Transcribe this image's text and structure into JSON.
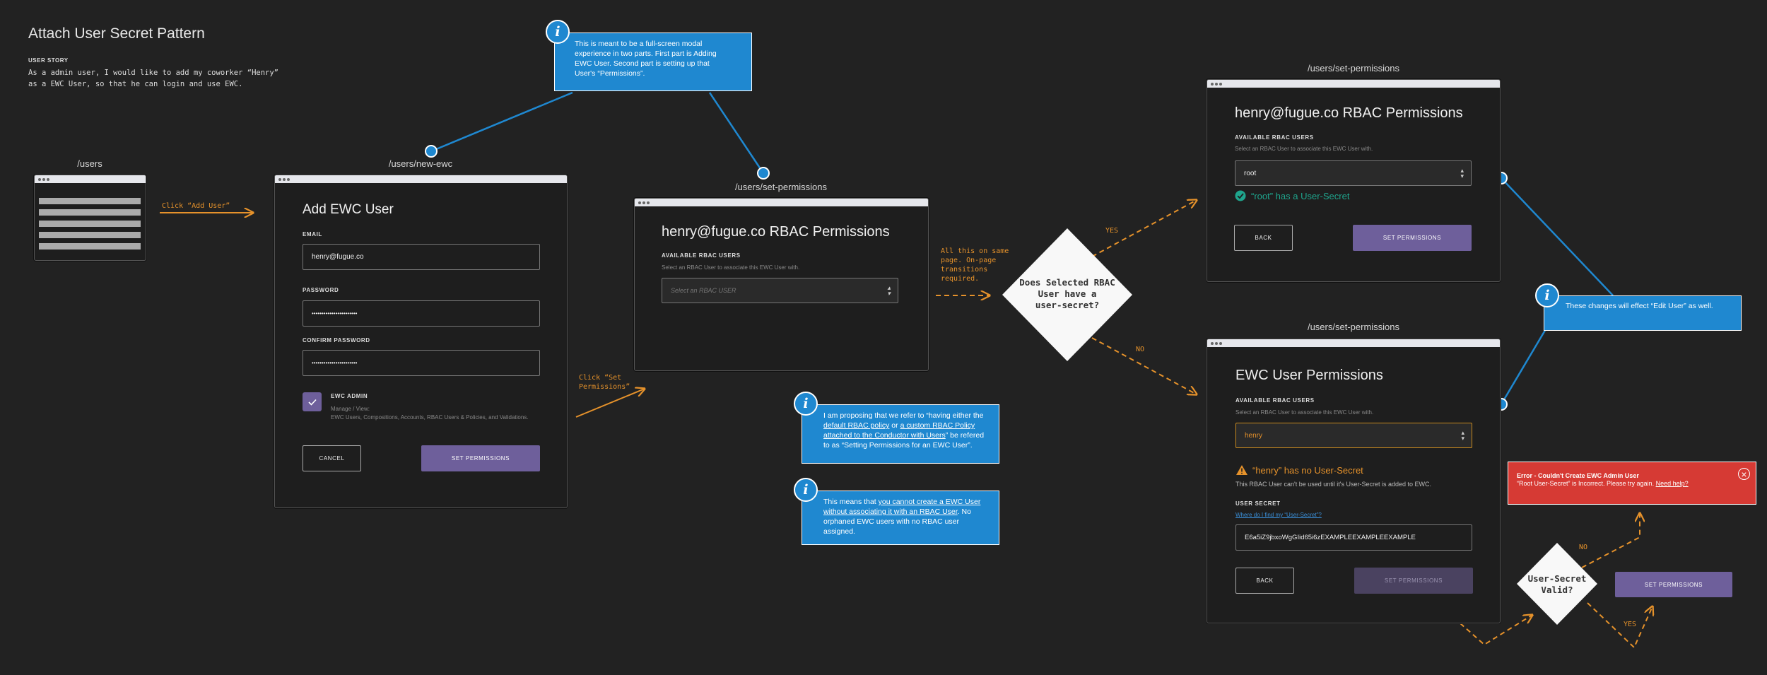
{
  "header": {
    "title": "Attach User Secret Pattern",
    "story_label": "USER STORY",
    "story_text": "As a admin user, I would like to add my coworker “Henry” as a EWC User, so that he can login and use EWC."
  },
  "screens": {
    "users": {
      "route": "/users"
    },
    "new_ewc": {
      "route": "/users/new-ewc",
      "title": "Add EWC User",
      "email_label": "EMAIL",
      "email_value": "henry@fugue.co",
      "password_label": "PASSWORD",
      "password_value": "•••••••••••••••••••••••",
      "confirm_label": "CONFIRM PASSWORD",
      "confirm_value": "•••••••••••••••••••••••",
      "admin_label": "EWC ADMIN",
      "admin_sub1": "Manage / View:",
      "admin_sub2": "EWC Users, Compositions, Accounts, RBAC Users & Policies, and Validations.",
      "cancel": "CANCEL",
      "submit": "SET PERMISSIONS"
    },
    "set_perm_mid": {
      "route": "/users/set-permissions",
      "title": "henry@fugue.co RBAC Permissions",
      "label": "AVAILABLE RBAC USERS",
      "help": "Select an RBAC User to associate this EWC User with.",
      "placeholder": "Select an RBAC USER"
    },
    "set_perm_top": {
      "route": "/users/set-permissions",
      "title": "henry@fugue.co RBAC Permissions",
      "label": "AVAILABLE RBAC USERS",
      "help": "Select an RBAC User to associate this EWC User with.",
      "select_value": "root",
      "success_msg": "“root” has a User-Secret",
      "back": "BACK",
      "submit": "SET PERMISSIONS"
    },
    "set_perm_bottom": {
      "route": "/users/set-permissions",
      "title": "EWC User Permissions",
      "label": "AVAILABLE RBAC USERS",
      "help": "Select an RBAC User to associate this EWC User with.",
      "select_value": "henry",
      "warning_msg": "“henry” has no User-Secret",
      "warning_sub": "This RBAC User can't be used until it's User-Secret is added to EWC.",
      "secret_label": "USER SECRET",
      "secret_link": "Where do I find my “User-Secret”?",
      "secret_value": "E6a5iZ9jbxoWgGIid65i6zEXAMPLEEXAMPLEEXAMPLE",
      "back": "BACK",
      "submit": "SET PERMISSIONS"
    }
  },
  "notes": {
    "modal": "This is meant to be a full-screen modal experience in two parts. First part is Adding EWC User. Second part is setting up that User's “Permissions”.",
    "proposal_a": "I am proposing that we refer to “having either the ",
    "proposal_link1": "default RBAC policy",
    "proposal_b": " or ",
    "proposal_link2": "a custom RBAC Policy attached to the Conductor with Users",
    "proposal_c": "” be refered to as “Setting Permissions for an EWC User”.",
    "mandatory_a": "This means that ",
    "mandatory_link": "you cannot create a EWC User without associating it with an RBAC User",
    "mandatory_b": ". No orphaned EWC users with no RBAC user assigned.",
    "edit_user": "These changes will effect “Edit User” as well.",
    "info_glyph": "i"
  },
  "flow": {
    "click_add_user": "Click “Add User”",
    "click_set_perm_1": "Click “Set",
    "click_set_perm_2": "Permissions”",
    "same_page": [
      "All this on same",
      "page. On-page",
      "transitions",
      "required."
    ],
    "decision1": [
      "Does Selected RBAC",
      "User have a",
      "user-secret?"
    ],
    "yes": "YES",
    "no": "NO",
    "decision2": [
      "User-Secret",
      "Valid?"
    ],
    "no2": "NO",
    "yes2": "YES",
    "final_submit": "SET PERMISSIONS"
  },
  "error": {
    "title": "Error - Couldn't Create EWC Admin User",
    "message": "“Root User-Secret” is Incorrect. Please try again. ",
    "link": "Need help?",
    "close": "×"
  },
  "colors": {
    "background": "#222222",
    "note_blue": "#1f88d0",
    "flow_orange": "#e6922b",
    "primary_purple": "#6e5f9b",
    "success_teal": "#1fa58d",
    "error_red": "#d63a34"
  }
}
